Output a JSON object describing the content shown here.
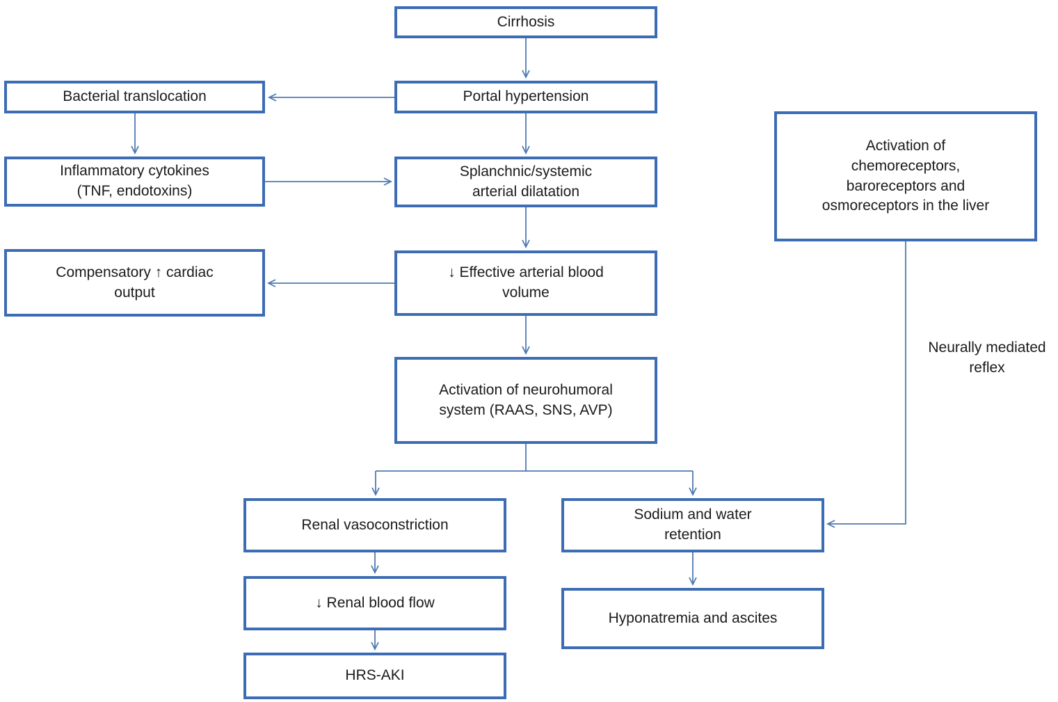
{
  "diagram": {
    "type": "flowchart",
    "topic": "Pathophysiology of HRS-AKI in cirrhosis",
    "colors": {
      "box_border": "#3c6cb4",
      "arrow": "#4e79b2",
      "text": "#1a1a1a",
      "background": "#ffffff"
    },
    "nodes": {
      "cirrhosis": "Cirrhosis",
      "portal_hypertension": "Portal hypertension",
      "bacterial_translocation": "Bacterial translocation",
      "inflammatory_cytokines": "Inflammatory cytokines\n(TNF, endotoxins)",
      "splanchnic_dilatation": "Splanchnic/systemic\narterial dilatation",
      "compensatory_cardiac_output": "Compensatory ↑ cardiac\noutput",
      "effective_arterial_blood_volume": "↓ Effective arterial blood\nvolume",
      "neurohumoral_activation": "Activation of neurohumoral\nsystem (RAAS, SNS, AVP)",
      "renal_vasoconstriction": "Renal vasoconstriction",
      "renal_blood_flow": "↓ Renal blood flow",
      "hrs_aki": "HRS-AKI",
      "sodium_water_retention": "Sodium and water\nretention",
      "hyponatremia_ascites": "Hyponatremia and ascites",
      "chemoreceptor_activation": "Activation of\nchemoreceptors,\nbaroreceptors and\nosmoreceptors in the liver"
    },
    "annotations": {
      "neurally_mediated_reflex": "Neurally mediated\nreflex"
    },
    "edges": [
      "cirrhosis -> portal_hypertension",
      "portal_hypertension -> bacterial_translocation",
      "bacterial_translocation -> inflammatory_cytokines",
      "inflammatory_cytokines -> splanchnic_dilatation",
      "portal_hypertension -> splanchnic_dilatation",
      "splanchnic_dilatation -> effective_arterial_blood_volume",
      "effective_arterial_blood_volume -> compensatory_cardiac_output",
      "effective_arterial_blood_volume -> neurohumoral_activation",
      "neurohumoral_activation -> renal_vasoconstriction",
      "neurohumoral_activation -> sodium_water_retention",
      "renal_vasoconstriction -> renal_blood_flow",
      "renal_blood_flow -> hrs_aki",
      "sodium_water_retention -> hyponatremia_ascites",
      "chemoreceptor_activation -> sodium_water_retention (neurally mediated reflex)"
    ]
  }
}
